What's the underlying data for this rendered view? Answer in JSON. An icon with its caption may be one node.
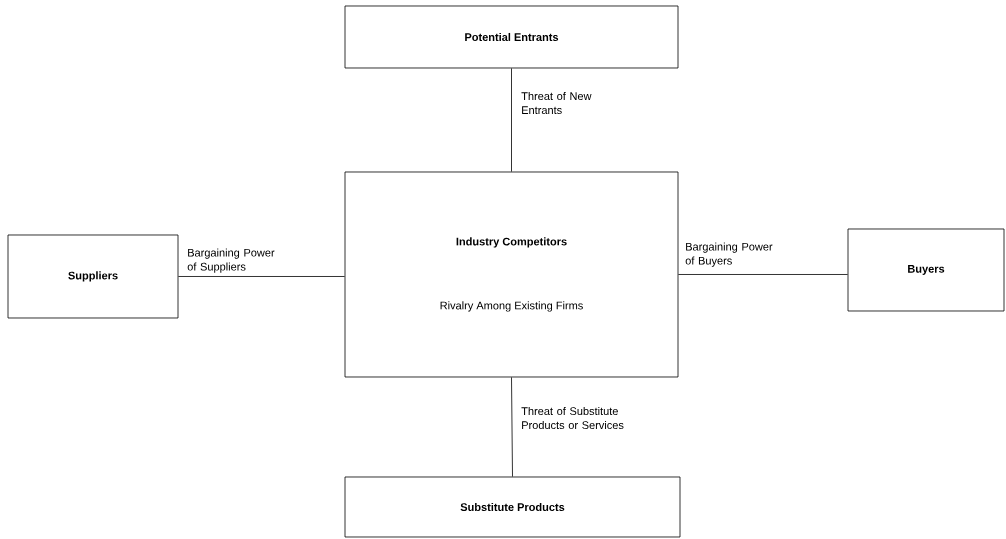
{
  "diagram": {
    "nodes": [
      {
        "text": [
          "Potential Entrants"
        ]
      },
      {
        "text": [
          "Industry Competitors",
          "Rivalry Among Existing Firms"
        ]
      },
      {
        "text": [
          "Suppliers"
        ]
      },
      {
        "text": [
          "Buyers"
        ]
      },
      {
        "text": [
          "Substitute Products"
        ]
      }
    ],
    "edges": [
      {
        "from": 0,
        "to": 1,
        "arrow": "none",
        "label": "Threat of New Entrants"
      },
      {
        "from": 2,
        "to": 1,
        "arrow": "none",
        "label": "Bargaining Power of Suppliers"
      },
      {
        "from": 1,
        "to": 3,
        "arrow": "none",
        "label": "Bargaining Power of Buyers"
      },
      {
        "from": 1,
        "to": 4,
        "arrow": "none",
        "label": "Threat of Substitute Products or Services"
      }
    ]
  }
}
